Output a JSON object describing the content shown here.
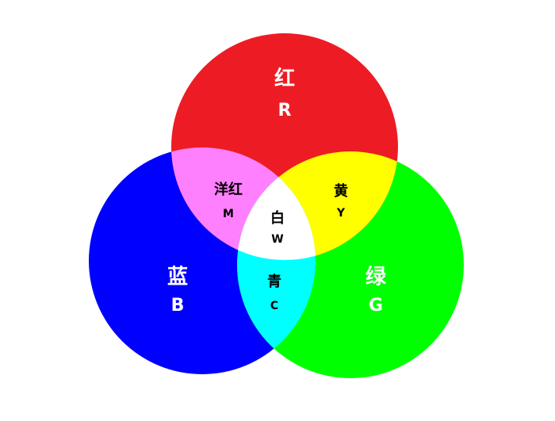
{
  "diagram": {
    "colors": {
      "red": "#ED1C24",
      "green": "#00FF00",
      "blue": "#0000FF",
      "magenta": "#FF80FF",
      "yellow": "#FFFF00",
      "cyan": "#00FFFF",
      "white": "#FFFFFF"
    },
    "regions": {
      "red": {
        "name": "红",
        "letter": "R"
      },
      "blue": {
        "name": "蓝",
        "letter": "B"
      },
      "green": {
        "name": "绿",
        "letter": "G"
      },
      "magenta": {
        "name": "洋红",
        "letter": "M"
      },
      "yellow": {
        "name": "黄",
        "letter": "Y"
      },
      "cyan": {
        "name": "青",
        "letter": "C"
      },
      "white": {
        "name": "白",
        "letter": "W"
      }
    }
  }
}
